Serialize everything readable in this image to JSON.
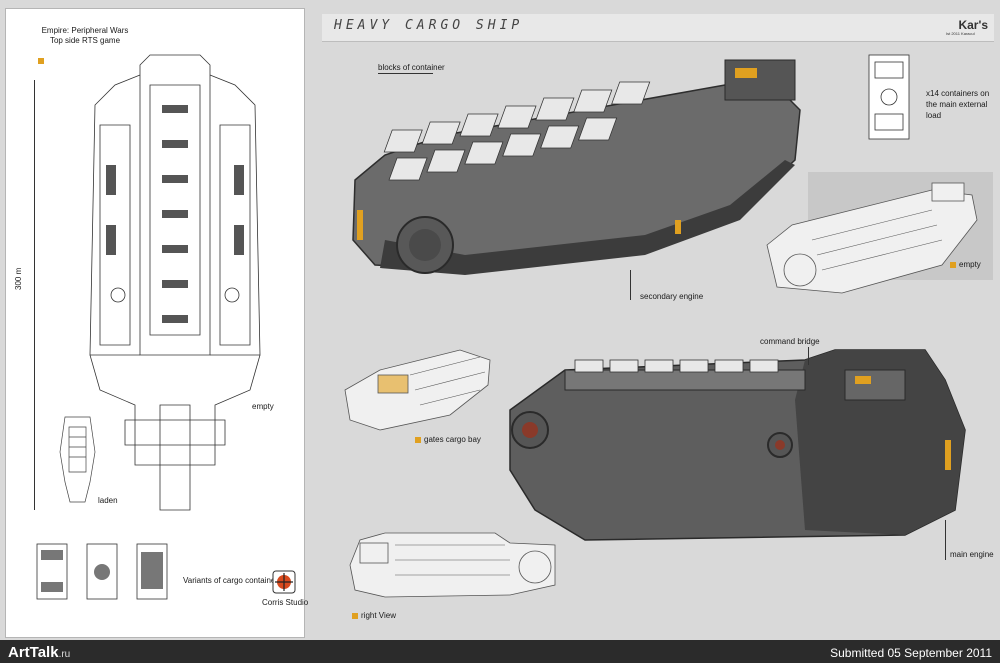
{
  "header": {
    "title": "HEAVY CARGO SHIP",
    "brand": "Kar's",
    "brand_sub": "Ist 2011 Karacul"
  },
  "left_panel": {
    "project": "Empire: Peripheral Wars",
    "subtitle": "Top side RTS game",
    "scale": "300 m",
    "label_empty": "empty",
    "label_laden": "laden",
    "label_variants": "Variants of cargo containers",
    "studio": "Corris Studio"
  },
  "callouts": {
    "blocks_of_container": "blocks of container",
    "secondary_engine": "secondary engine",
    "containers_note": "x14 containers on the main external load",
    "empty": "empty",
    "command_bridge": "command bridge",
    "gates_cargo_bay": "gates cargo bay",
    "main_engine": "main engine",
    "right_view": "right View"
  },
  "footer": {
    "site_logo": "ArtTalk",
    "site_tld": ".ru",
    "submitted": "Submitted 05 September 2011"
  },
  "colors": {
    "accent": "#e0a020",
    "background": "#d9d9d9",
    "footer": "#2b2b2b",
    "hull": "#6b6b6b",
    "hull_dark": "#3c3c3c"
  }
}
